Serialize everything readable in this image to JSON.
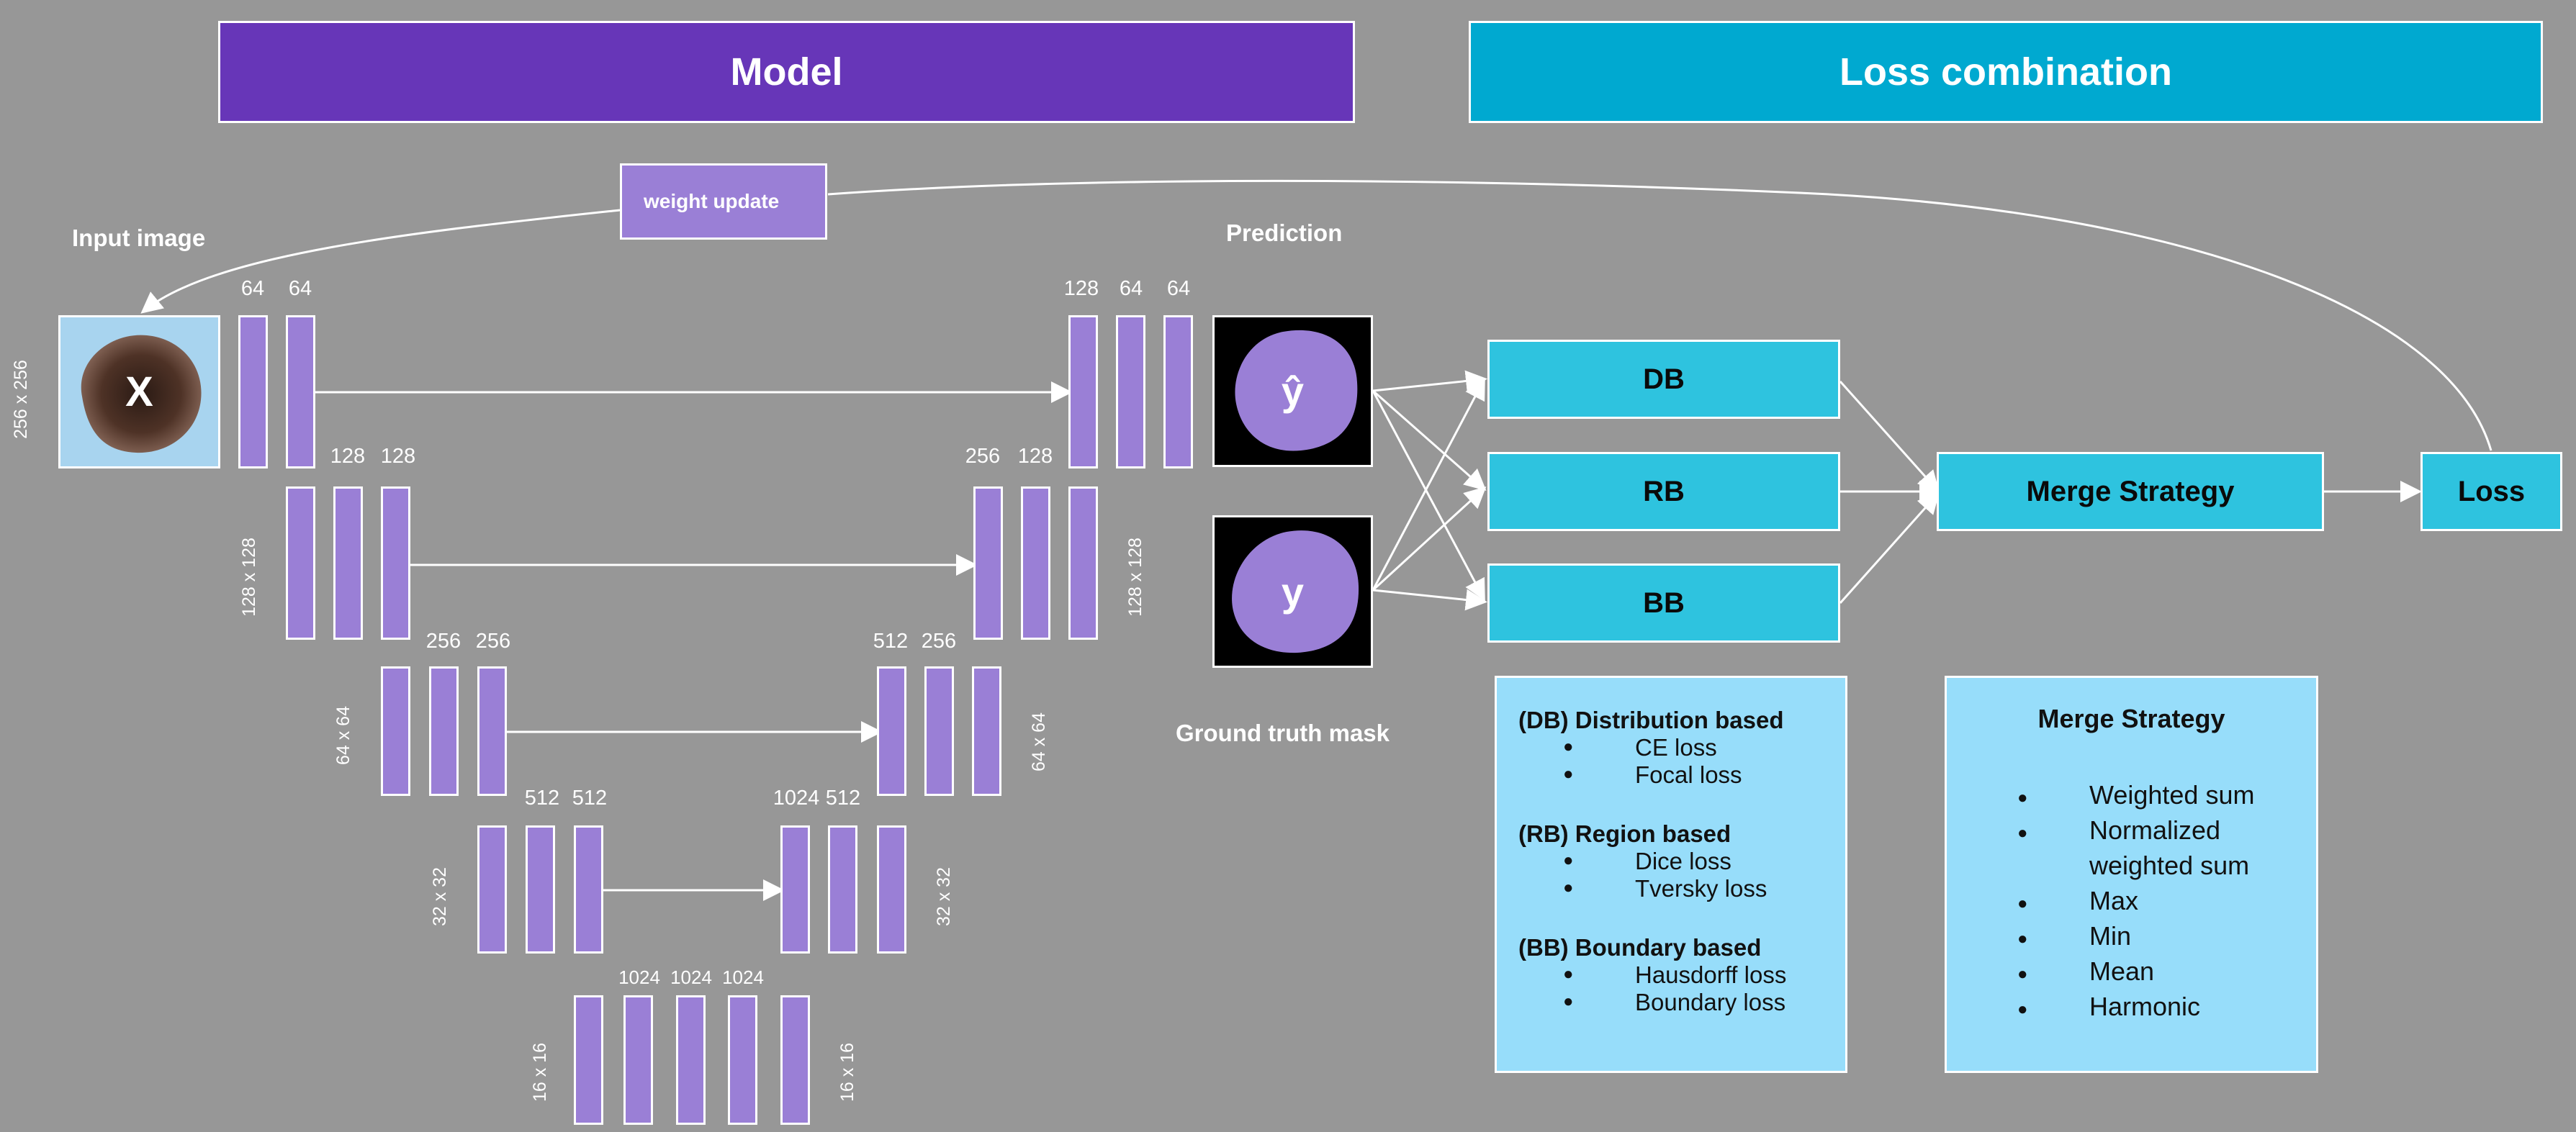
{
  "headers": {
    "model": "Model",
    "loss": "Loss combination"
  },
  "labels": {
    "input_image": "Input image",
    "prediction": "Prediction",
    "ground_truth": "Ground truth mask",
    "weight_update": "weight update",
    "x_symbol": "X",
    "yhat_symbol": "ŷ",
    "y_symbol": "y"
  },
  "channels": {
    "enc1": [
      "64",
      "64"
    ],
    "enc2": [
      "128",
      "128"
    ],
    "enc3": [
      "256",
      "256"
    ],
    "enc4": [
      "512",
      "512"
    ],
    "bottleneck": [
      "1024",
      "1024",
      "1024"
    ],
    "dec4": [
      "1024",
      "512"
    ],
    "dec3": [
      "512",
      "256"
    ],
    "dec2": [
      "256",
      "128"
    ],
    "dec1": [
      "128",
      "64",
      "64"
    ]
  },
  "dims": {
    "input": "256 x 256",
    "l2_left": "128 x 128",
    "l2_right": "128 x 128",
    "l3_left": "64 x 64",
    "l3_right": "64 x 64",
    "l4_left": "32 x 32",
    "l4_right": "32 x 32",
    "l5_left": "16 x 16",
    "l5_right": "16 x 16"
  },
  "loss_boxes": {
    "db": "DB",
    "rb": "RB",
    "bb": "BB",
    "merge": "Merge Strategy",
    "loss": "Loss"
  },
  "loss_info": {
    "db_title": "(DB) Distribution based",
    "db_items": [
      "CE loss",
      "Focal loss"
    ],
    "rb_title": "(RB) Region based",
    "rb_items": [
      "Dice loss",
      "Tversky loss"
    ],
    "bb_title": "(BB) Boundary based",
    "bb_items": [
      "Hausdorff loss",
      "Boundary loss"
    ]
  },
  "merge_info": {
    "title": "Merge Strategy",
    "items": [
      "Weighted sum",
      "Normalized weighted sum",
      "Max",
      "Min",
      "Mean",
      "Harmonic"
    ]
  },
  "colors": {
    "model_header": "#6736b8",
    "loss_header": "#00a9d0",
    "feature_map": "#9a7fd6",
    "loss_box": "#2ec3df",
    "info_box": "#97ddfa",
    "background": "#979797"
  }
}
